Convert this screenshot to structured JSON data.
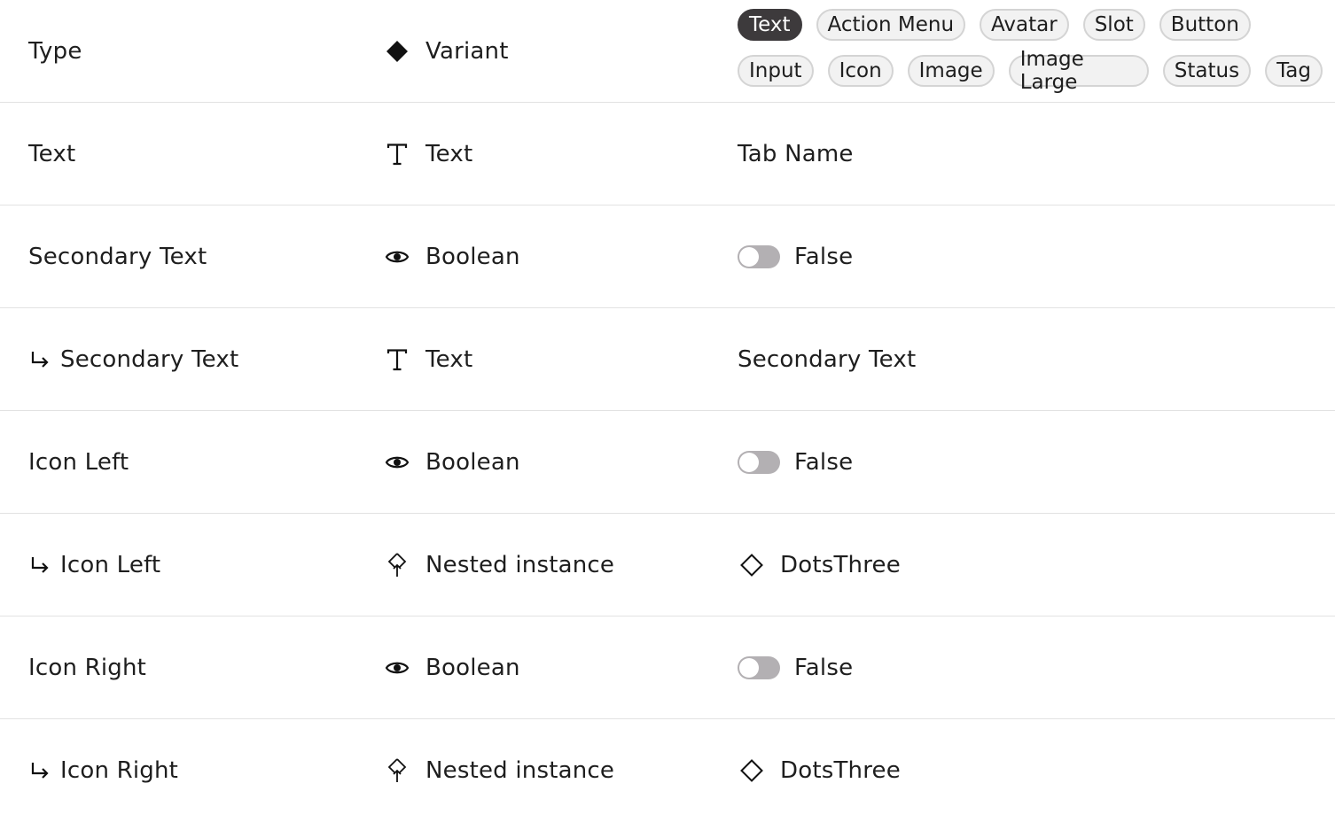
{
  "header": {
    "type_label": "Type",
    "variant_label": "Variant",
    "variant_options_row1": [
      "Text",
      "Action Menu",
      "Avatar",
      "Slot",
      "Button"
    ],
    "variant_options_row2": [
      "Input",
      "Icon",
      "Image",
      "Image Large",
      "Status",
      "Tag"
    ],
    "selected_option": "Text"
  },
  "rows": [
    {
      "name": "Text",
      "kind": "Text",
      "kind_icon": "text-type-icon",
      "value": "Tab Name"
    },
    {
      "name": "Secondary Text",
      "kind": "Boolean",
      "kind_icon": "eye-icon",
      "value": "False"
    },
    {
      "name": "Secondary Text",
      "kind": "Text",
      "kind_icon": "text-type-icon",
      "value": "Secondary Text",
      "nested": true
    },
    {
      "name": "Icon Left",
      "kind": "Boolean",
      "kind_icon": "eye-icon",
      "value": "False"
    },
    {
      "name": "Icon Left",
      "kind": "Nested instance",
      "kind_icon": "instance-swap-icon",
      "value": "DotsThree",
      "nested": true
    },
    {
      "name": "Icon Right",
      "kind": "Boolean",
      "kind_icon": "eye-icon",
      "value": "False"
    },
    {
      "name": "Icon Right",
      "kind": "Nested instance",
      "kind_icon": "instance-swap-icon",
      "value": "DotsThree",
      "nested": true
    }
  ],
  "colors": {
    "chip_selected_bg": "#3d3a3c",
    "chip_bg": "#f2f2f2",
    "toggle_off": "#b3b0b3",
    "divider": "#e2e2e2"
  }
}
